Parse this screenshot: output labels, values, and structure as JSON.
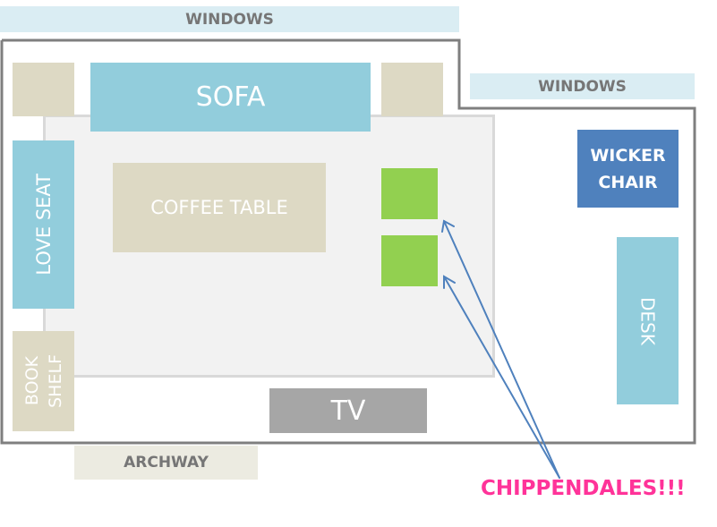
{
  "title": "Living Room Floor Plan",
  "colors": {
    "wall": "#7f7f7f",
    "rug": "#f2f2f2",
    "rug_border": "#d9d9d9",
    "window": "#daedf3",
    "sofa_blue": "#92cddc",
    "tan": "#ddd9c4",
    "chair_blue": "#4f81bd",
    "green": "#92d050",
    "tv_gray": "#a6a6a6",
    "arrow": "#4f81bd",
    "callout": "#ff3399"
  },
  "labels": {
    "windows_top": "WINDOWS",
    "windows_right": "WINDOWS",
    "sofa": "SOFA",
    "love_seat": "LOVE SEAT",
    "coffee_table": "COFFEE TABLE",
    "book_shelf_line1": "BOOK",
    "book_shelf_line2": "SHELF",
    "tv": "TV",
    "archway": "ARCHWAY",
    "wicker_chair_line1": "WICKER",
    "wicker_chair_line2": "CHAIR",
    "desk": "DESK",
    "callout": "CHIPPENDALES!!!"
  },
  "furniture": [
    {
      "name": "sofa",
      "label": "SOFA",
      "color": "sofa_blue"
    },
    {
      "name": "end-table-left",
      "label": "",
      "color": "tan"
    },
    {
      "name": "end-table-right",
      "label": "",
      "color": "tan"
    },
    {
      "name": "love-seat",
      "label": "LOVE SEAT",
      "color": "sofa_blue"
    },
    {
      "name": "coffee-table",
      "label": "COFFEE TABLE",
      "color": "tan"
    },
    {
      "name": "chippendale-chair-1",
      "label": "",
      "color": "green"
    },
    {
      "name": "chippendale-chair-2",
      "label": "",
      "color": "green"
    },
    {
      "name": "book-shelf",
      "label": "BOOK SHELF",
      "color": "tan"
    },
    {
      "name": "tv",
      "label": "TV",
      "color": "tv_gray"
    },
    {
      "name": "wicker-chair",
      "label": "WICKER CHAIR",
      "color": "chair_blue"
    },
    {
      "name": "desk",
      "label": "DESK",
      "color": "sofa_blue"
    }
  ]
}
